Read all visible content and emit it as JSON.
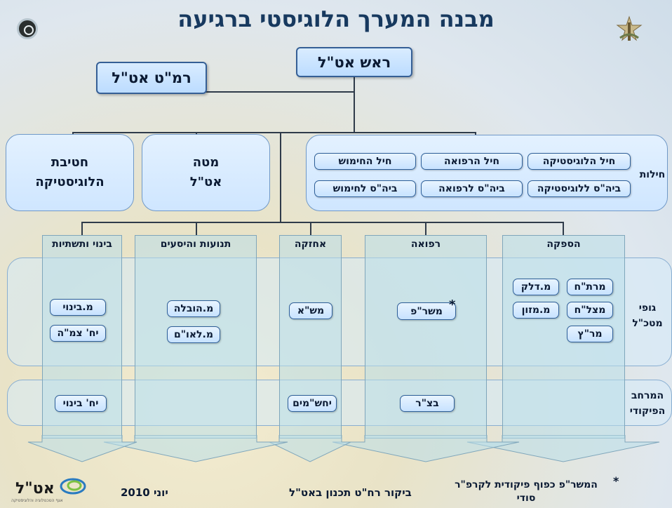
{
  "title": "מבנה המערך הלוגיסטי ברגיעה",
  "top": {
    "head": "ראש אט\"ל",
    "deputy": "רמ\"ט אט\"ל"
  },
  "upper_units": {
    "brigade": "חטיבת\nהלוגיסטיקה",
    "staff": "מטה\nאט\"ל"
  },
  "corps": {
    "label": "חילות",
    "items": [
      "חיל הלוגיסטיקה",
      "חיל הרפואה",
      "חיל החימוש",
      "ביה\"ס ללוגיסטיקה",
      "ביה\"ס לרפואה",
      "ביה\"ס לחימוש"
    ]
  },
  "columns": [
    {
      "head": "הספקה",
      "bodies": [
        "מרת\"ח",
        "מ.דלק",
        "מצל\"ח",
        "מ.מזון",
        "מר\"ץ"
      ],
      "command": []
    },
    {
      "head": "רפואה",
      "bodies": [
        "משר\"פ"
      ],
      "command": [
        "בצ\"ר"
      ]
    },
    {
      "head": "אחזקה",
      "bodies": [
        "מש\"א"
      ],
      "command": [
        "יחש\"מים"
      ]
    },
    {
      "head": "תנועות והיסעים",
      "bodies": [
        "מ.הובלה",
        "מ.לאו\"ם"
      ],
      "command": []
    },
    {
      "head": "בינוי ותשתיות",
      "bodies": [
        "מ.בינוי",
        "יח' צמ\"ה"
      ],
      "command": [
        "יח' בינוי"
      ]
    }
  ],
  "row_labels": {
    "bodies": "גופי\nמטכ\"ל",
    "command": "המרחב\nהפיקודי"
  },
  "asterisk": "*",
  "footer": {
    "date": "יוני 2010",
    "center": "ביקור רח\"ט תכנון באט\"ל",
    "note": "המשר\"פ כפוף פיקודית לקרפ\"ר\nסודי",
    "logo_text": "אט\"ל",
    "logo_sub": "אגף הטכנולוגיה והלוגיסטיקה"
  },
  "colors": {
    "title": "#17395f",
    "box_fill": "#c7e2ff",
    "box_border": "#2e5f98",
    "column_fill": "#badeea",
    "connector": "#2f3b4a"
  }
}
